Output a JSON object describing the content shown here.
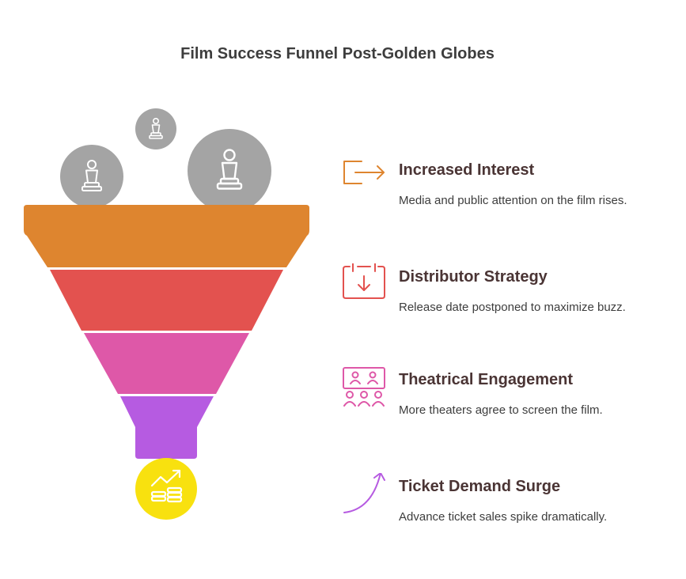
{
  "title": "Film Success Funnel Post-Golden Globes",
  "colors": {
    "stage1": "#de852f",
    "stage2": "#e3524f",
    "stage3": "#de58a8",
    "stage4": "#b65be1",
    "bubble": "#a4a4a4",
    "outcome": "#f8e10f"
  },
  "steps": [
    {
      "heading": "Increased Interest",
      "description": "Media and public attention on the film rises.",
      "icon": "exit-arrow-icon",
      "color": "#de852f"
    },
    {
      "heading": "Distributor Strategy",
      "description": "Release date postponed to maximize buzz.",
      "icon": "calendar-down-icon",
      "color": "#e3524f"
    },
    {
      "heading": "Theatrical Engagement",
      "description": "More theaters agree to screen the film.",
      "icon": "audience-icon",
      "color": "#de58a8"
    },
    {
      "heading": "Ticket Demand Surge",
      "description": "Advance ticket sales spike dramatically.",
      "icon": "curved-up-arrow-icon",
      "color": "#b65be1"
    }
  ]
}
